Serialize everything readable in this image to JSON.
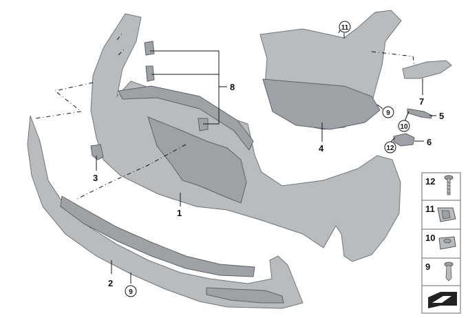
{
  "callouts": {
    "c1": "1",
    "c2": "2",
    "c3": "3",
    "c4": "4",
    "c5": "5",
    "c6": "6",
    "c7": "7",
    "c8": "8",
    "c9a": "9",
    "c9b": "9",
    "c10": "10",
    "c11": "11",
    "c12": "12"
  },
  "legend": [
    {
      "num": "12",
      "icon": "screw-icon"
    },
    {
      "num": "11",
      "icon": "clip-nut-icon"
    },
    {
      "num": "10",
      "icon": "plastic-nut-icon"
    },
    {
      "num": "9",
      "icon": "expanding-rivet-icon"
    }
  ],
  "corner_icon": "arrow-badge-icon"
}
